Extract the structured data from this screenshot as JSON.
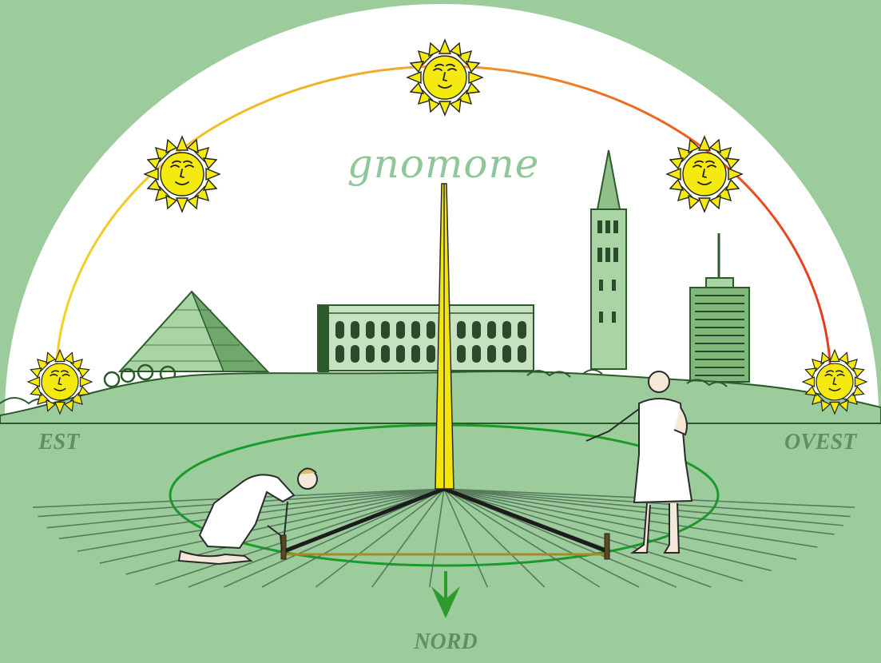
{
  "title": "gnomone",
  "labels": {
    "east": "EST",
    "west": "OVEST",
    "north": "NORD"
  },
  "colors": {
    "background": "#9ccc9c",
    "sky": "#ffffff",
    "sun_path_east": "#f2d12a",
    "sun_path_west": "#e8391f",
    "sun": "#f4ea10",
    "gnomon": "#f4e40e",
    "ellipse": "#1a9a2a",
    "arrow": "#2c9a2c"
  },
  "icons": [
    "sun-icon",
    "arrow-down-icon",
    "pyramid-icon",
    "colosseum-icon",
    "tower-icon",
    "skyscraper-icon"
  ]
}
